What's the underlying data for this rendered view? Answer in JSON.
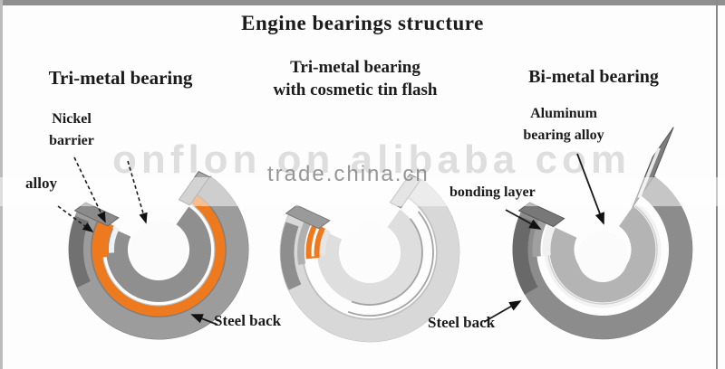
{
  "title": "Engine bearings structure",
  "watermark": {
    "alibaba": "onflon on alibaba com",
    "trade": "trade.china.cn"
  },
  "left_diagram": {
    "heading": "Tri-metal bearing",
    "label_nickel_barrier": "Nickel barrier",
    "label_alloy": "alloy",
    "label_steel_back": "Steel back"
  },
  "middle_diagram": {
    "heading_line1": "Tri-metal bearing",
    "heading_line2": "with cosmetic tin flash"
  },
  "right_diagram": {
    "heading": "Bi-metal bearing",
    "label_aluminum_alloy": "Aluminum bearing alloy",
    "label_bonding_layer": "bonding layer",
    "label_steel_back": "Steel back"
  },
  "colors": {
    "alloy_orange": "#ef7a1e",
    "steel_gray": "#9c9c9c",
    "steel_dark_gray": "#8c8c8c",
    "tin_flash_light": "#d8d8d8",
    "aluminum_gray": "#b4b4b4",
    "frame_bar_gray": "#8f8f8f"
  }
}
